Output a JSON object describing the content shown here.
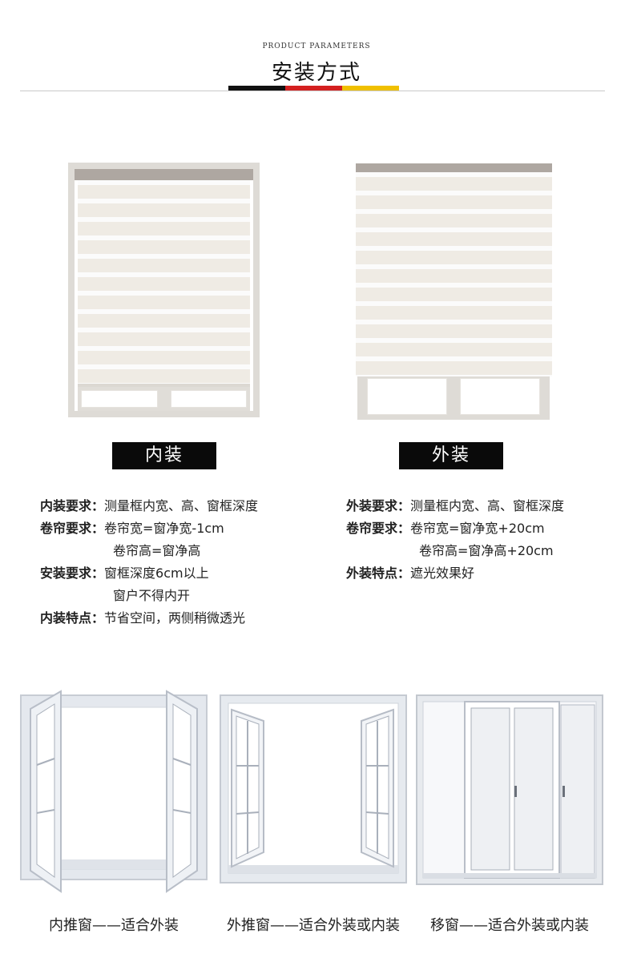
{
  "header": {
    "subtitle": "PRODUCT PARAMETERS",
    "title": "安装方式",
    "flag_colors": [
      "#111111",
      "#d42020",
      "#f0c000"
    ]
  },
  "inside_mount": {
    "tag": "内装",
    "requirements": [
      {
        "label": "内装要求：",
        "value": "测量框内宽、高、窗框深度"
      },
      {
        "label": "卷帘要求：",
        "value": "卷帘宽=窗净宽-1cm"
      },
      {
        "label": "",
        "value": "卷帘高=窗净高"
      },
      {
        "label": "安装要求：",
        "value": "窗框深度6cm以上"
      },
      {
        "label": "",
        "value": "窗户不得内开"
      },
      {
        "label": "内装特点：",
        "value": "节省空间，两侧稍微透光"
      }
    ]
  },
  "outside_mount": {
    "tag": "外装",
    "requirements": [
      {
        "label": "外装要求：",
        "value": "测量框内宽、高、窗框深度"
      },
      {
        "label": "卷帘要求：",
        "value": "卷帘宽=窗净宽+20cm"
      },
      {
        "label": "",
        "value": "卷帘高=窗净高+20cm"
      },
      {
        "label": "外装特点：",
        "value": "遮光效果好"
      }
    ]
  },
  "windows": [
    {
      "caption": "内推窗——适合外装"
    },
    {
      "caption": "外推窗——适合外装或内装"
    },
    {
      "caption": "移窗——适合外装或内装"
    }
  ]
}
